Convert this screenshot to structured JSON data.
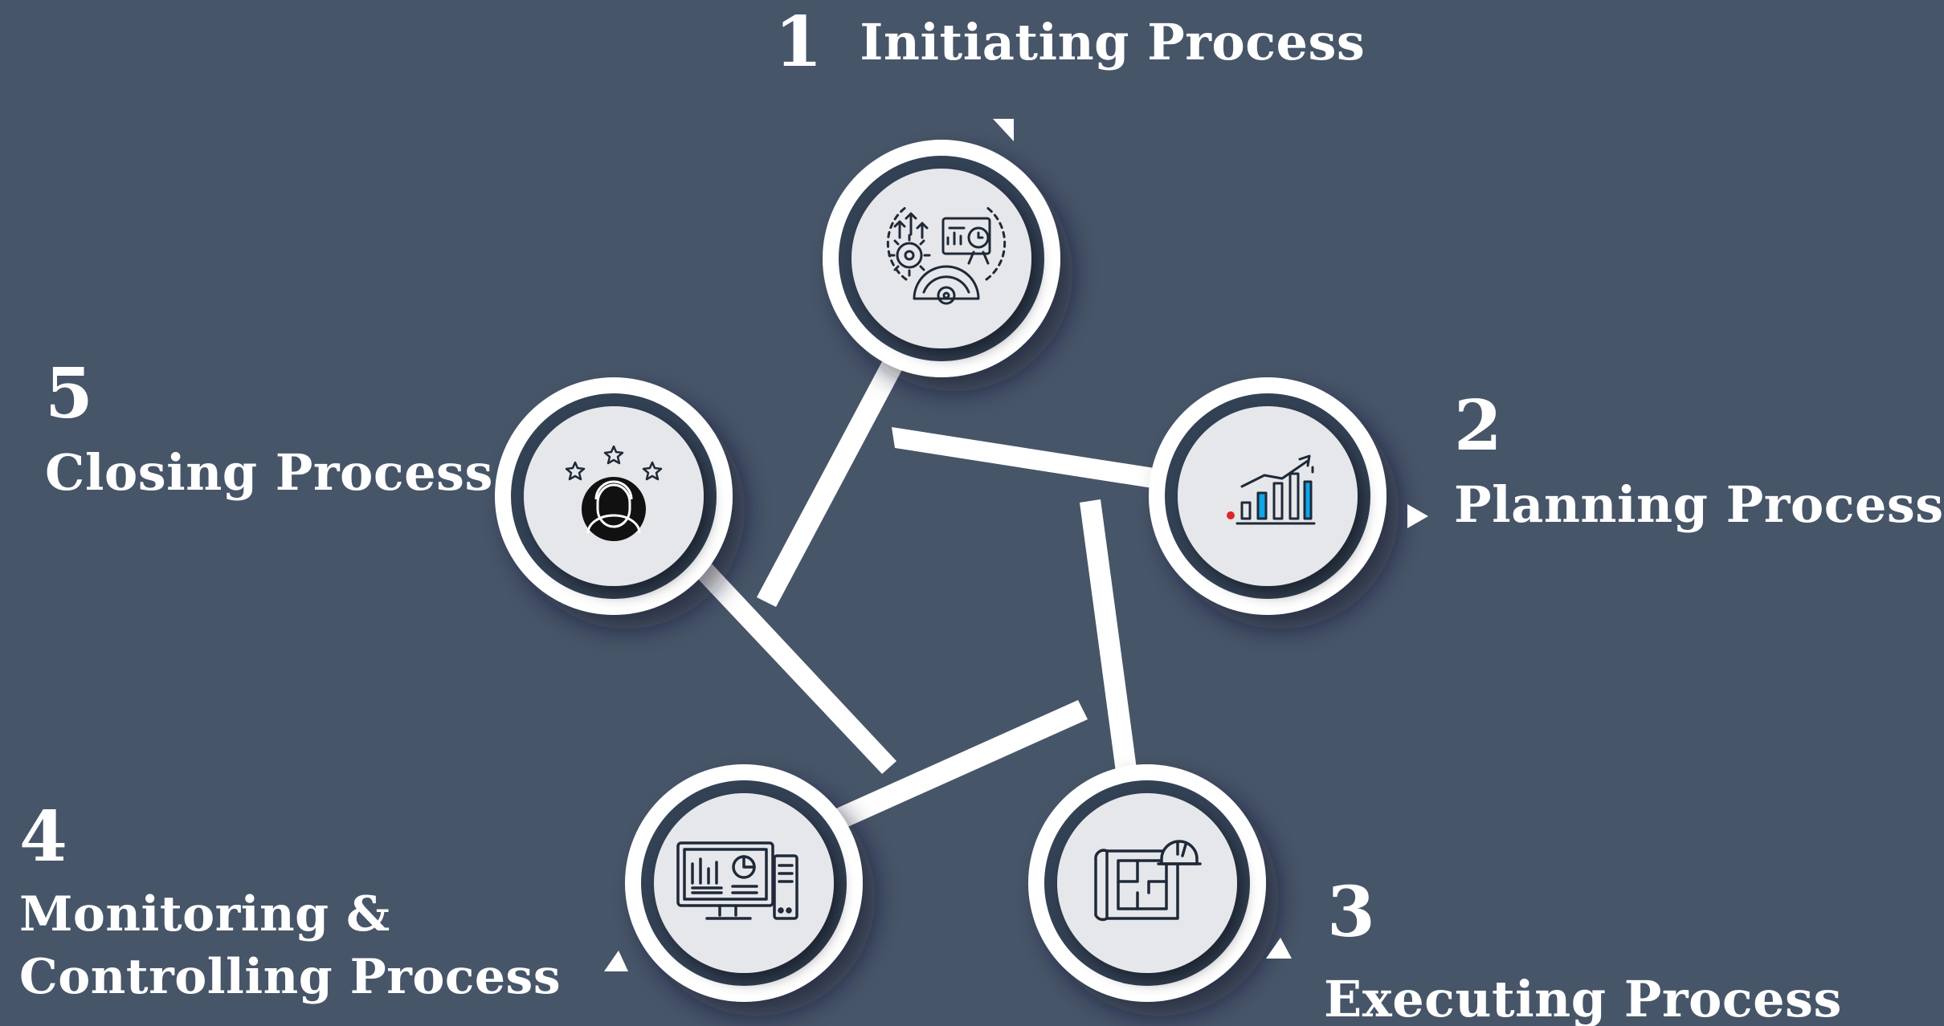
{
  "palette": {
    "background": "#475569",
    "outer_ring": "#ffffff",
    "inner_ring": "#334155",
    "disc": "#e5e7eb",
    "connector": "#ffffff",
    "icon_stroke": "#1f2937",
    "accent_red": "#dc2626",
    "accent_blue": "#0ea5e9"
  },
  "steps": [
    {
      "number": "1",
      "title": "Initiating Process",
      "icon": "gears-report-icon"
    },
    {
      "number": "2",
      "title": "Planning Process",
      "icon": "growth-chart-icon"
    },
    {
      "number": "3",
      "title": "Executing Process",
      "icon": "blueprint-helmet-icon"
    },
    {
      "number": "4",
      "title_line1": "Monitoring &",
      "title_line2": "Controlling Process",
      "icon": "computer-dashboard-icon"
    },
    {
      "number": "5",
      "title": "Closing Process",
      "icon": "person-stars-icon"
    }
  ]
}
